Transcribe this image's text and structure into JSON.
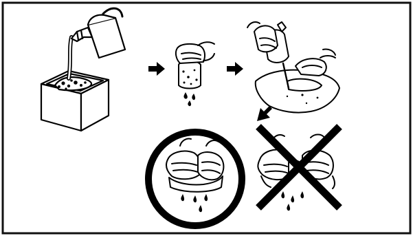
{
  "figure": {
    "border_color": "#111111",
    "ink_color": "#000000",
    "background": "#ffffff",
    "steps": [
      {
        "id": "pour-oil",
        "icon": "oil-can-pour-icon"
      },
      {
        "id": "squeeze-sponge",
        "icon": "hand-squeeze-sponge-icon"
      },
      {
        "id": "apply-to-filter",
        "icon": "hand-apply-filter-icon"
      }
    ],
    "arrows": [
      "arrow-right-icon",
      "arrow-right-icon",
      "arrow-down-left-icon"
    ],
    "correct_method": {
      "icon": "circle-correct-icon"
    },
    "incorrect_method": {
      "icon": "x-cross-incorrect-icon"
    }
  }
}
